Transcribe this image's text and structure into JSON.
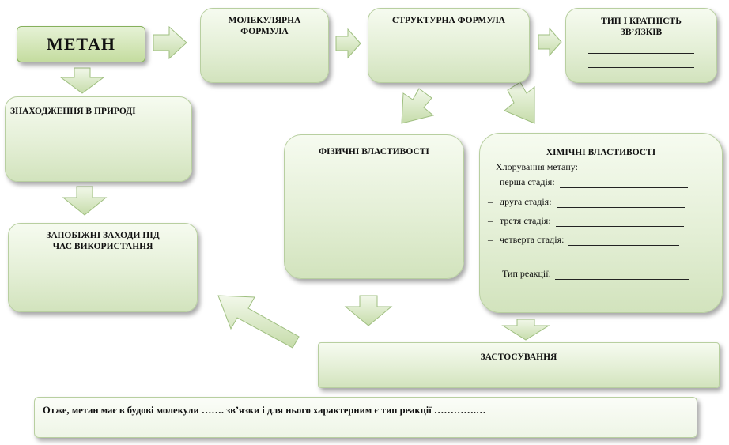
{
  "methane": "МЕТАН",
  "molecular_formula": "МОЛЕКУЛЯРНА ФОРМУЛА",
  "structural_formula": "СТРУКТУРНА ФОРМУЛА",
  "bond_type": "ТИП І КРАТНІСТЬ ЗВ’ЯЗКІВ",
  "natural_occurrence": "ЗНАХОДЖЕННЯ В ПРИРОДІ",
  "precautions": "ЗАПОБІЖНІ ЗАХОДИ ПІД ЧАС ВИКОРИСТАННЯ",
  "physical_properties": "ФІЗИЧНІ ВЛАСТИВОСТІ",
  "chemical": {
    "title": "ХІМІЧНІ ВЛАСТИВОСТІ",
    "chlorination": "Хлорування метану:",
    "stages": [
      "перша стадія:",
      "друга стадія:",
      "третя стадія:",
      "четверта стадія:"
    ],
    "stage_marker": "–",
    "reaction_type": "Тип реакції:"
  },
  "applications": "ЗАСТОСУВАННЯ",
  "conclusion": "Отже, метан має в будові молекули ……. зв’язки і для нього характерним є тип реакції ………….…"
}
